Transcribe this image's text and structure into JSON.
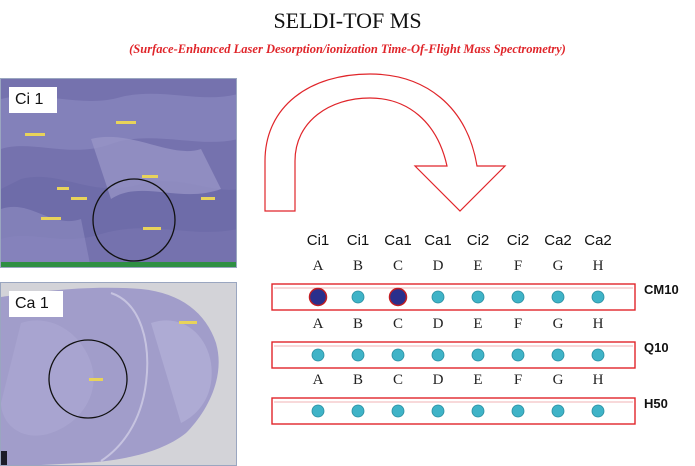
{
  "title": "SELDI-TOF MS",
  "subtitle": "(Surface-Enhanced Laser Desorption/ionization Time-Of-Flight Mass Spectrometry)",
  "panels": [
    {
      "label": "Ci 1"
    },
    {
      "label": "Ca 1"
    }
  ],
  "samples": [
    "Ci1",
    "Ci1",
    "Ca1",
    "Ca1",
    "Ci2",
    "Ci2",
    "Ca2",
    "Ca2"
  ],
  "letters": [
    "A",
    "B",
    "C",
    "D",
    "E",
    "F",
    "G",
    "H"
  ],
  "chips": [
    {
      "name": "CM10",
      "highlighted": [
        true,
        false,
        true,
        false,
        false,
        false,
        false,
        false
      ]
    },
    {
      "name": "Q10",
      "highlighted": [
        false,
        false,
        false,
        false,
        false,
        false,
        false,
        false
      ]
    },
    {
      "name": "H50",
      "highlighted": [
        false,
        false,
        false,
        false,
        false,
        false,
        false,
        false
      ]
    }
  ],
  "colors": {
    "accent": "#e0252a",
    "spot": "#3fb3c7",
    "spot_highlight": "#2a2f8c",
    "tissue_ci": "#7b78b3",
    "tissue_ca": "#a8a4cf"
  }
}
